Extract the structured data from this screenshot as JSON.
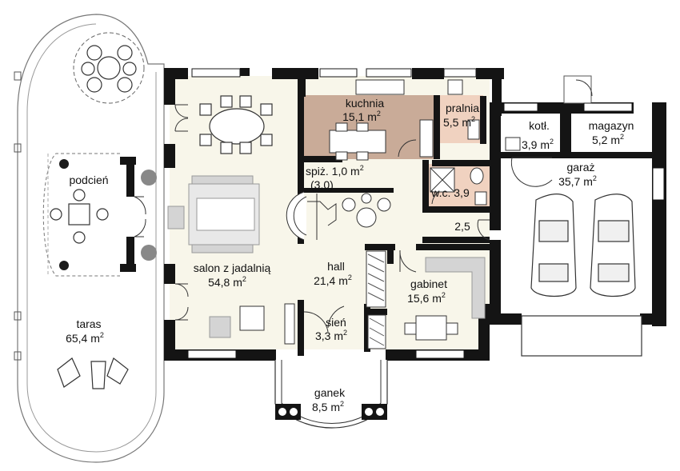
{
  "rooms": {
    "taras": {
      "name": "taras",
      "area": "65,4 m",
      "unit_sup": "2"
    },
    "podcien": {
      "name": "podcień"
    },
    "salon": {
      "name": "salon z jadalnią",
      "area": "54,8 m",
      "unit_sup": "2"
    },
    "kuchnia": {
      "name": "kuchnia",
      "area": "15,1 m",
      "unit_sup": "2"
    },
    "pralnia": {
      "name": "pralnia",
      "area": "5,5 m",
      "unit_sup": "2"
    },
    "spiz": {
      "name": "spiż. 1,0 m",
      "unit_sup": "2",
      "note": "(3,0)"
    },
    "wc": {
      "name": "w.c. 3,9"
    },
    "small": {
      "name": "2,5"
    },
    "hall": {
      "name": "hall",
      "area": "21,4 m",
      "unit_sup": "2"
    },
    "gabinet": {
      "name": "gabinet",
      "area": "15,6 m",
      "unit_sup": "2"
    },
    "sien": {
      "name": "sień",
      "area": "3,3 m",
      "unit_sup": "2"
    },
    "ganek": {
      "name": "ganek",
      "area": "8,5 m",
      "unit_sup": "2"
    },
    "kotl": {
      "name": "kotł.",
      "area": "3,9 m",
      "unit_sup": "2"
    },
    "magazyn": {
      "name": "magazyn",
      "area": "5,2 m",
      "unit_sup": "2"
    },
    "garaz": {
      "name": "garaż",
      "area": "35,7 m",
      "unit_sup": "2"
    }
  },
  "colors": {
    "wall": "#141414",
    "floor_living": "#f8f6ea",
    "floor_kitchen": "#c9ab98",
    "floor_laundry": "#f0d2c0",
    "floor_wc": "#f0d2c0",
    "furniture_grey": "#d4d4d4",
    "outline": "#555555"
  }
}
